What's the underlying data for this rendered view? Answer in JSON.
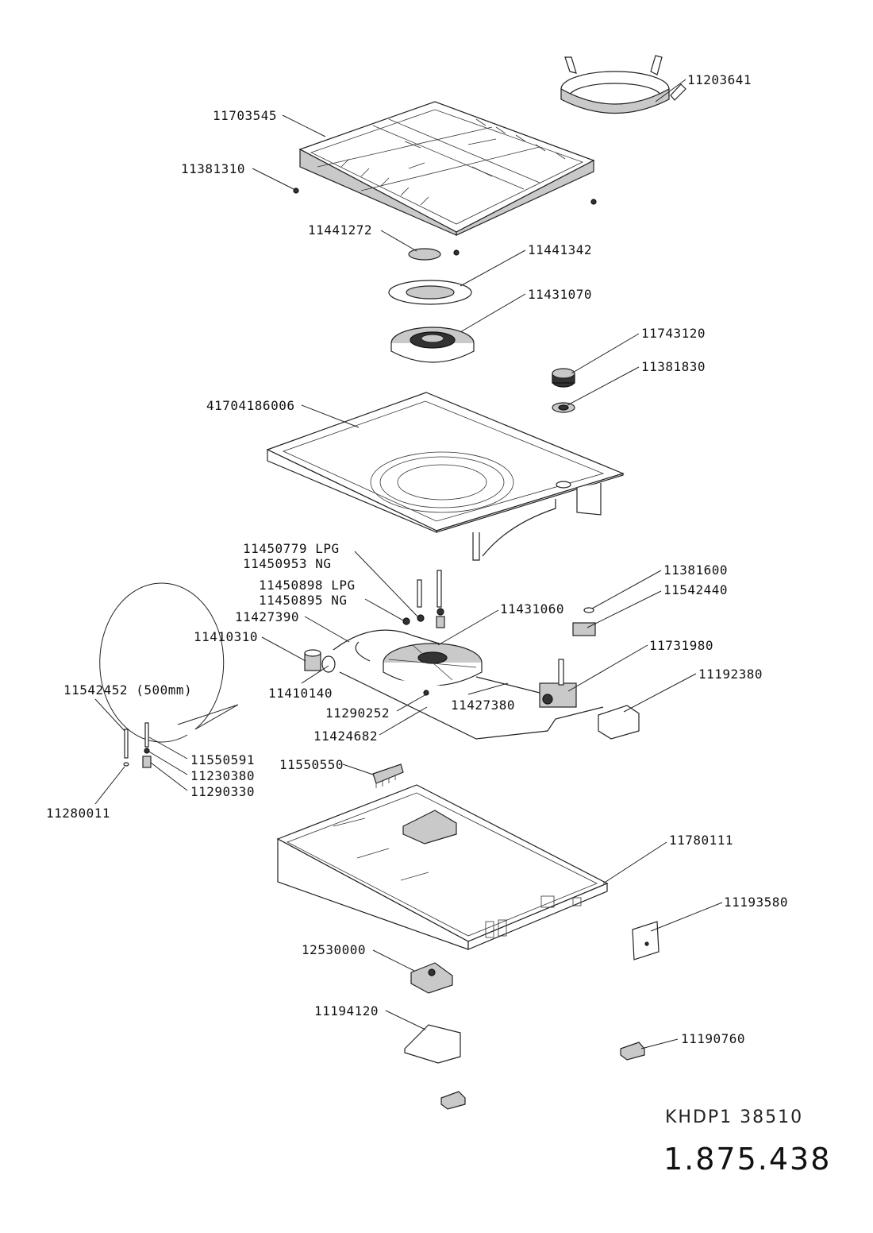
{
  "labels": {
    "p11203641": "11203641",
    "p11703545": "11703545",
    "p11381310": "11381310",
    "p11441272": "11441272",
    "p11441342": "11441342",
    "p11431070": "11431070",
    "p11743120": "11743120",
    "p11381830": "11381830",
    "p41704186006": "41704186006",
    "p11450779": "11450779  LPG",
    "p11450953": "11450953  NG",
    "p11450898": "11450898  LPG",
    "p11450895": "11450895  NG",
    "p11427390": "11427390",
    "p11410310": "11410310",
    "p11431060": "11431060",
    "p11381600": "11381600",
    "p11542440": "11542440",
    "p11731980": "11731980",
    "p11192380": "11192380",
    "p11542452": "11542452  (500mm)",
    "p11410140": "11410140",
    "p11427380": "11427380",
    "p11290252": "11290252",
    "p11424682": "11424682",
    "p11550591": "11550591",
    "p11230380": "11230380",
    "p11290330": "11290330",
    "p11280011": "11280011",
    "p11550550": "11550550",
    "p11780111": "11780111",
    "p11193580": "11193580",
    "p12530000": "12530000",
    "p11194120": "11194120",
    "p11190760": "11190760"
  },
  "footer": {
    "model": "KHDP1  38510",
    "drawing_number": "1.875.438"
  }
}
